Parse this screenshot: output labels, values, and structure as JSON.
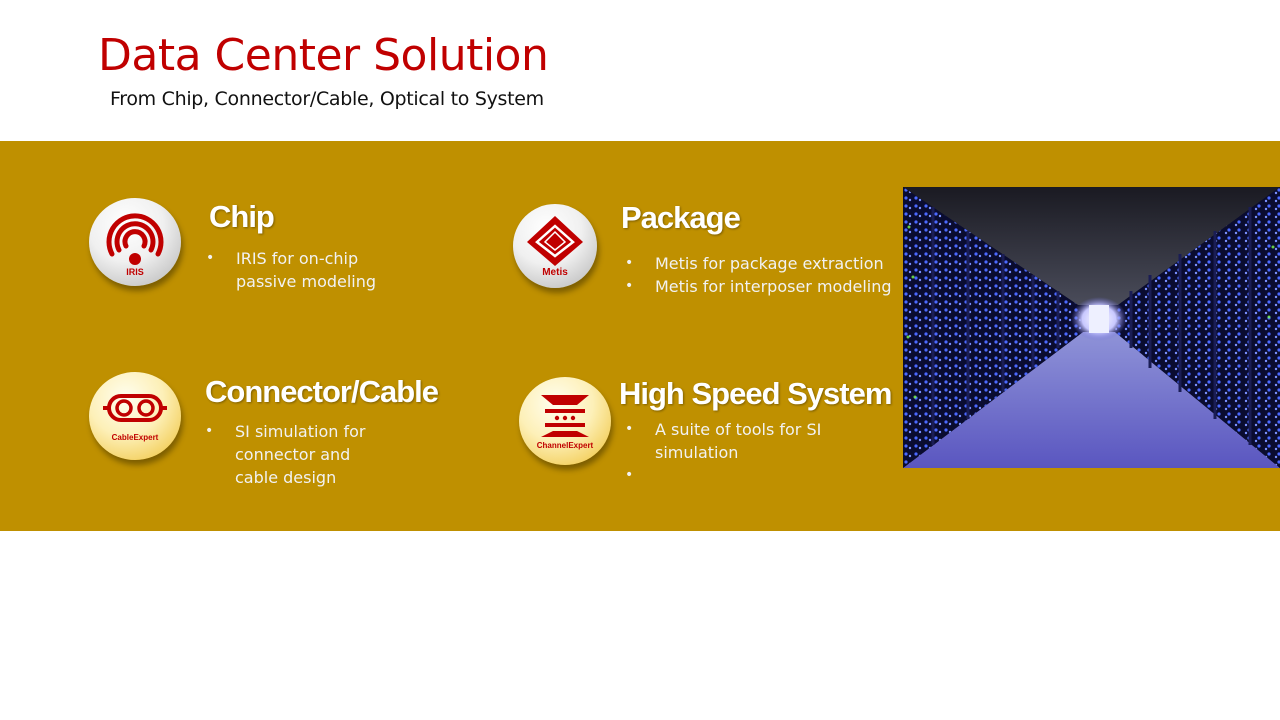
{
  "header": {
    "title": "Data Center Solution",
    "subtitle": "From Chip, Connector/Cable, Optical to System"
  },
  "colors": {
    "title_red": "#c00000",
    "band_gold": "#bf9000",
    "icon_red": "#c00000"
  },
  "sections": {
    "chip": {
      "title": "Chip",
      "icon_label": "IRIS",
      "icon": "wireless-antenna-icon",
      "bullets": [
        "IRIS for on-chip\npassive modeling"
      ]
    },
    "package": {
      "title": "Package",
      "icon_label": "Metis",
      "icon": "chip-package-icon",
      "bullets": [
        "Metis  for package extraction",
        "Metis for interposer modeling"
      ]
    },
    "connector": {
      "title": "Connector/Cable",
      "icon_label": "CableExpert",
      "icon": "cable-connector-icon",
      "bullets": [
        "SI simulation for\nconnector and\ncable design"
      ]
    },
    "system": {
      "title": "High Speed System",
      "icon_label": "ChannelExpert",
      "icon": "channel-icon",
      "bullets": [
        "A suite of tools for SI simulation",
        ""
      ]
    }
  },
  "photo": {
    "icon": "data-center-server-aisle-image"
  }
}
